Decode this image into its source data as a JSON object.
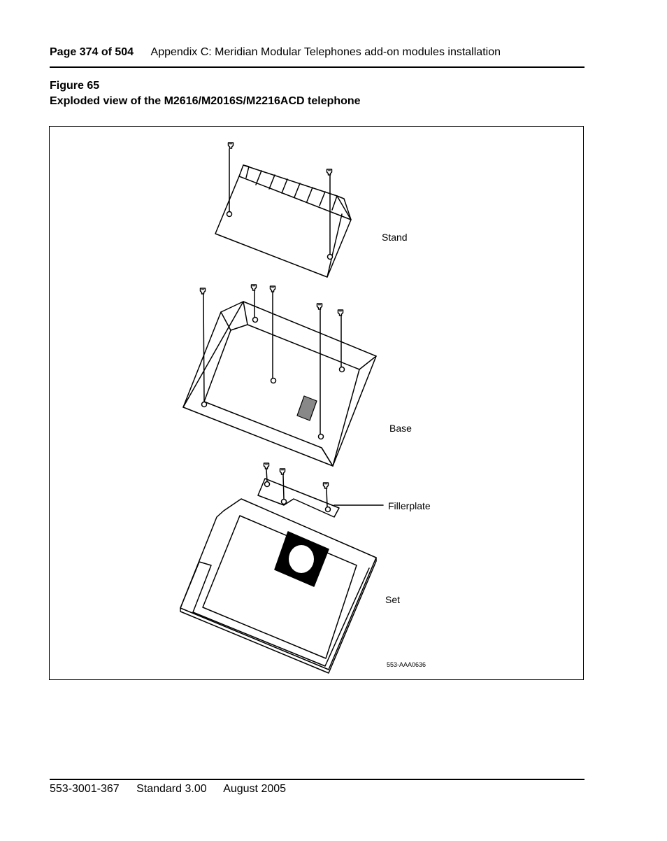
{
  "header": {
    "page_number": "Page 374 of 504",
    "title": "Appendix C: Meridian Modular Telephones add-on modules installation"
  },
  "figure": {
    "label": "Figure 65",
    "title": "Exploded view of the M2616/M2016S/M2216ACD telephone",
    "callouts": {
      "stand": "Stand",
      "base": "Base",
      "fillerplate": "Fillerplate",
      "set": "Set"
    },
    "code": "553-AAA0636"
  },
  "footer": {
    "doc_number": "553-3001-367",
    "standard": "Standard 3.00",
    "date": "August 2005"
  }
}
